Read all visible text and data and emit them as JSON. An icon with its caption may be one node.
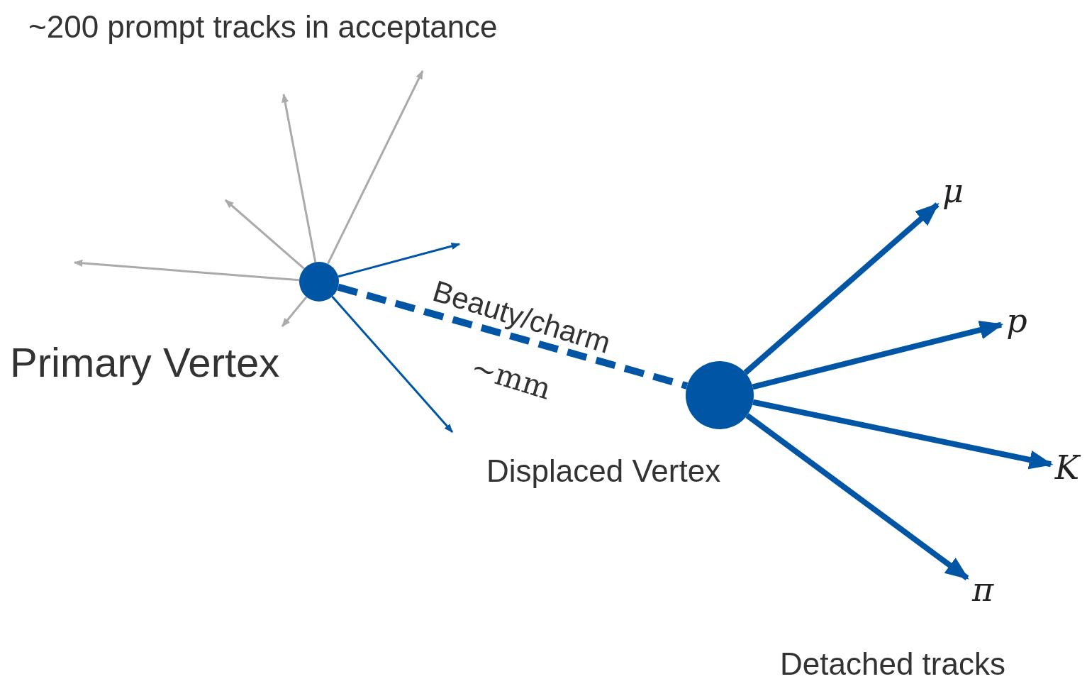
{
  "diagram": {
    "nodes": [
      {
        "text": [],
        "shape": "circle",
        "beside": [
          "Primary Vertex"
        ]
      },
      {
        "text": [],
        "shape": "circle",
        "beside": [
          "Displaced Vertex"
        ]
      },
      {
        "text": [
          "μ"
        ]
      },
      {
        "text": [
          "p"
        ]
      },
      {
        "text": [
          "K"
        ]
      },
      {
        "text": [
          "π"
        ]
      }
    ],
    "edges": [
      {
        "from": 0,
        "to": null,
        "arrow": "to",
        "color": "#aaaaaa"
      },
      {
        "from": 0,
        "to": null,
        "arrow": "to",
        "color": "#aaaaaa"
      },
      {
        "from": 0,
        "to": null,
        "arrow": "to",
        "color": "#aaaaaa"
      },
      {
        "from": 0,
        "to": null,
        "arrow": "to",
        "color": "#aaaaaa"
      },
      {
        "from": 0,
        "to": null,
        "arrow": "to",
        "color": "#aaaaaa"
      },
      {
        "from": 0,
        "to": null,
        "arrow": "to"
      },
      {
        "from": 0,
        "to": null,
        "arrow": "to"
      },
      {
        "from": 0,
        "to": 1,
        "arrow": "none",
        "style": "dashed",
        "label": "Beauty/charm"
      },
      {
        "from": 1,
        "to": 2,
        "arrow": "to",
        "style": "thick"
      },
      {
        "from": 1,
        "to": 3,
        "arrow": "to",
        "style": "thick"
      },
      {
        "from": 1,
        "to": 4,
        "arrow": "to",
        "style": "thick"
      },
      {
        "from": 1,
        "to": 5,
        "arrow": "to",
        "style": "thick"
      }
    ],
    "labels": [
      "~200 prompt tracks in acceptance",
      "~mm",
      "Detached tracks"
    ]
  }
}
